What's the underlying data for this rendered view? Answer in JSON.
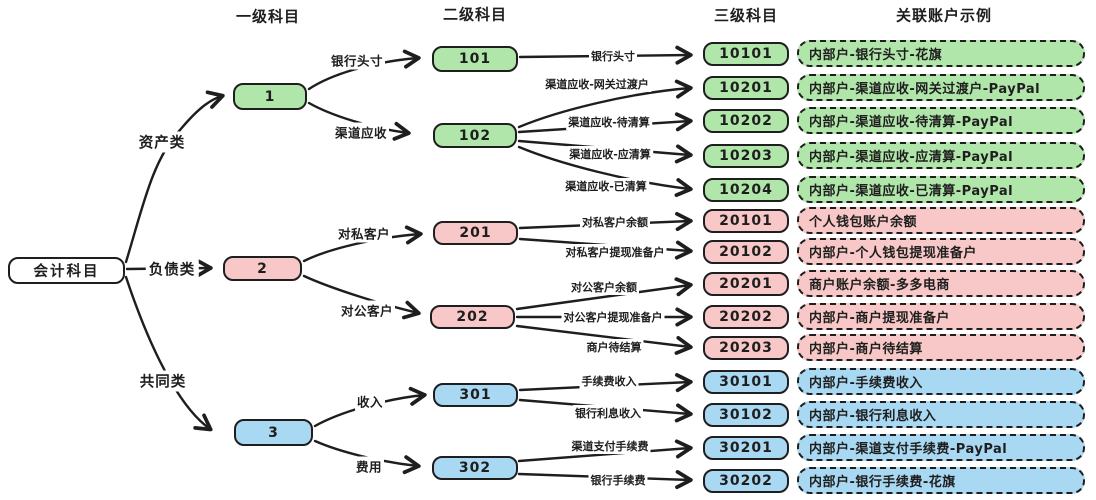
{
  "headers": [
    {
      "label": "一级科目"
    },
    {
      "label": "二级科目"
    },
    {
      "label": "三级科目"
    },
    {
      "label": "关联账户示例"
    }
  ],
  "root": {
    "label": "会计科目"
  },
  "branches": [
    {
      "label": "资产类",
      "node": "1"
    },
    {
      "label": "负债类",
      "node": "2"
    },
    {
      "label": "共同类",
      "node": "3"
    }
  ],
  "level2": [
    {
      "edge_label": "银行头寸",
      "code": "101"
    },
    {
      "edge_label": "渠道应收",
      "code": "102"
    },
    {
      "edge_label": "对私客户",
      "code": "201"
    },
    {
      "edge_label": "对公客户",
      "code": "202"
    },
    {
      "edge_label": "收入",
      "code": "301"
    },
    {
      "edge_label": "费用",
      "code": "302"
    }
  ],
  "level3": [
    {
      "edge_label": "银行头寸",
      "code": "10101",
      "example": "内部户-银行头寸-花旗"
    },
    {
      "edge_label": "渠道应收-网关过渡户",
      "code": "10201",
      "example": "内部户-渠道应收-网关过渡户-PayPal"
    },
    {
      "edge_label": "渠道应收-待清算",
      "code": "10202",
      "example": "内部户-渠道应收-待清算-PayPal"
    },
    {
      "edge_label": "渠道应收-应清算",
      "code": "10203",
      "example": "内部户-渠道应收-应清算-PayPal"
    },
    {
      "edge_label": "渠道应收-已清算",
      "code": "10204",
      "example": "内部户-渠道应收-已清算-PayPal"
    },
    {
      "edge_label": "对私客户余额",
      "code": "20101",
      "example": "个人钱包账户余额"
    },
    {
      "edge_label": "对私客户提现准备户",
      "code": "20102",
      "example": "内部户-个人钱包提现准备户"
    },
    {
      "edge_label": "对公客户余额",
      "code": "20201",
      "example": "商户账户余额-多多电商"
    },
    {
      "edge_label": "对公客户提现准备户",
      "code": "20202",
      "example": "内部户-商户提现准备户"
    },
    {
      "edge_label": "商户待结算",
      "code": "20203",
      "example": "内部户-商户待结算"
    },
    {
      "edge_label": "手续费收入",
      "code": "30101",
      "example": "内部户-手续费收入"
    },
    {
      "edge_label": "银行利息收入",
      "code": "30102",
      "example": "内部户-银行利息收入"
    },
    {
      "edge_label": "渠道支付手续费",
      "code": "30201",
      "example": "内部户-渠道支付手续费-PayPal"
    },
    {
      "edge_label": "银行手续费",
      "code": "30202",
      "example": "内部户-银行手续费-花旗"
    }
  ],
  "colors": {
    "assets_green": "#b1e6aa",
    "liabilities_pink": "#f7c8c7",
    "common_blue": "#a9d8f3",
    "ink": "#1e1e1e",
    "background": "#ffffff"
  }
}
